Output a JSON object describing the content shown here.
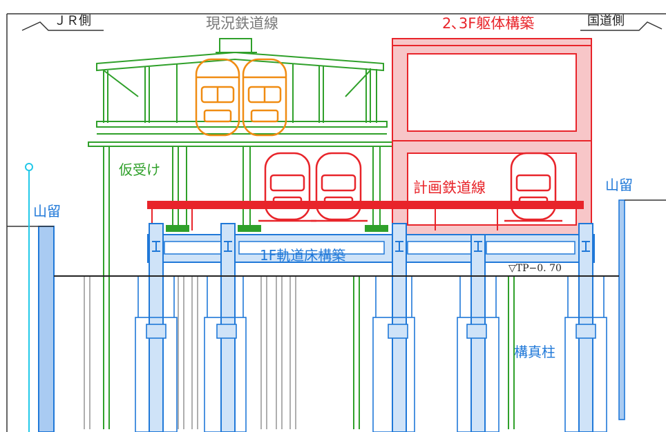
{
  "labels": {
    "top_partial": "",
    "jr_side": "ＪＲ側",
    "existing_line": "現況鉄道線",
    "frame_construction": "2､3F躯体構築",
    "national_road_side": "国道側",
    "temporary_support": "仮受け",
    "planned_line": "計画鉄道線",
    "retaining_left": "山留",
    "retaining_right": "山留",
    "track_bed": "1F軌道床構築",
    "level": "▽TP−0. 70",
    "column": "構真柱"
  },
  "colors": {
    "existing": "#2fa02a",
    "existing_train": "#f08c12",
    "new_frame": "#e8242a",
    "foundation": "#1f78d8",
    "retaining_post": "#22c8e8",
    "old_pile": "#9a9a9a",
    "ground": "#222222"
  },
  "icons": [
    "train-front-icon",
    "i-beam-icon",
    "ground-level-icon"
  ]
}
